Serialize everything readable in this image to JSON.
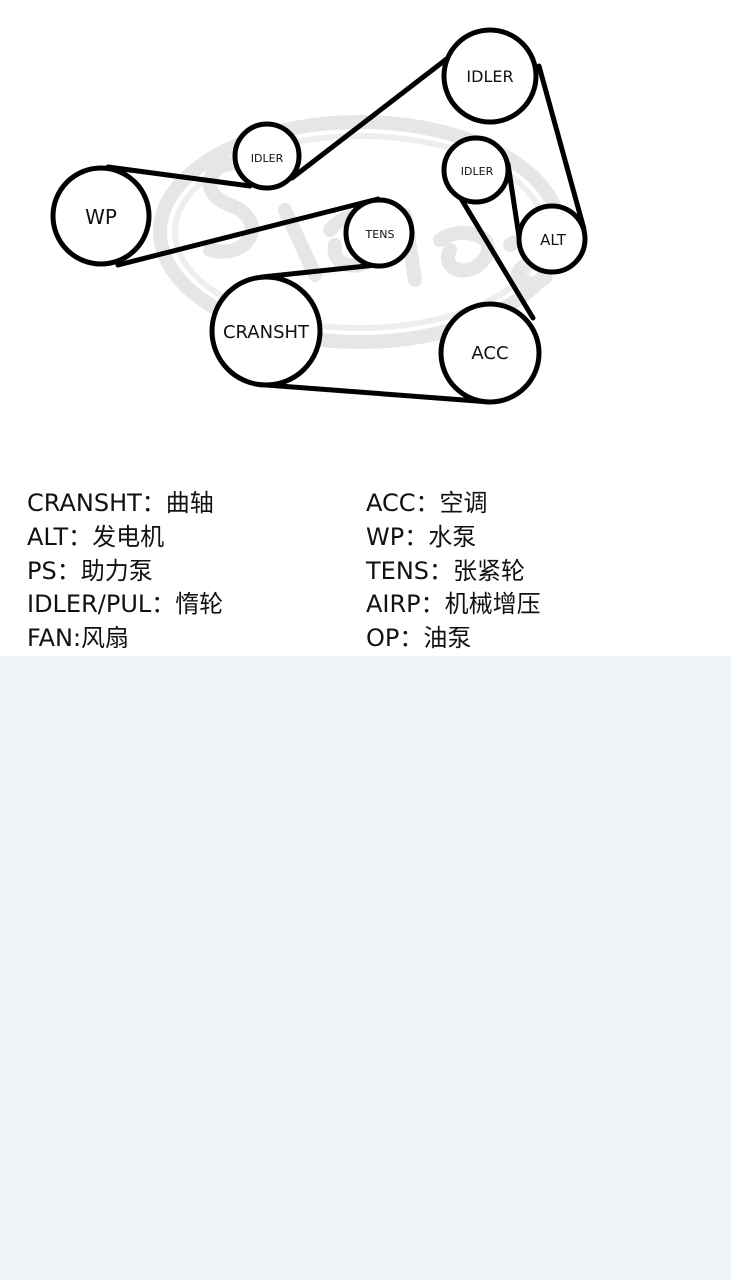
{
  "diagram": {
    "pulleys": [
      {
        "id": "idler_top",
        "label": "IDLER"
      },
      {
        "id": "idler_small",
        "label": "IDLER"
      },
      {
        "id": "wp",
        "label": "WP"
      },
      {
        "id": "tens",
        "label": "TENS"
      },
      {
        "id": "cranksht",
        "label": "CRANSHT"
      },
      {
        "id": "idler_right",
        "label": "IDLER"
      },
      {
        "id": "alt",
        "label": "ALT"
      },
      {
        "id": "acc",
        "label": "ACC"
      }
    ]
  },
  "legend": {
    "left": [
      "CRANSHT：曲轴",
      "ALT：发电机",
      "PS：助力泵",
      "IDLER/PUL：惰轮",
      "FAN:风扇"
    ],
    "right": [
      "ACC：空调",
      "WP：水泵",
      "TENS：张紧轮",
      "AIRP：机械增压",
      "OP：油泵"
    ]
  }
}
